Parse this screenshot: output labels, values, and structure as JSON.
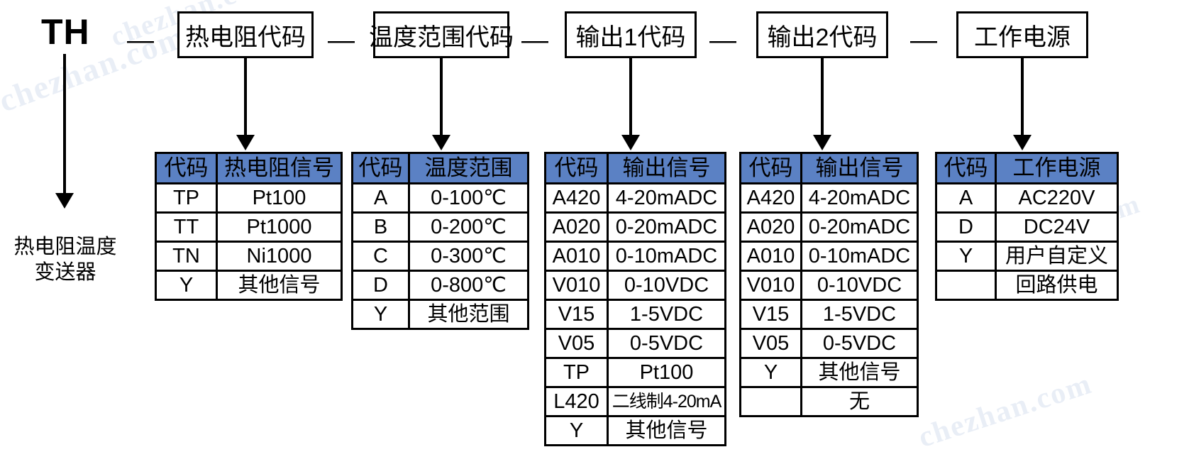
{
  "diagram": {
    "model_prefix": "TH",
    "separator": "—",
    "product_caption_line1": "热电阻温度",
    "product_caption_line2": "变送器",
    "header_blue": "#5b81c4",
    "segments": [
      {
        "box_label": "热电阻代码"
      },
      {
        "box_label": "温度范围代码"
      },
      {
        "box_label": "输出1代码"
      },
      {
        "box_label": "输出2代码"
      },
      {
        "box_label": "工作电源"
      }
    ],
    "tables": [
      {
        "name": "rtd-signal-table",
        "headers": [
          "代码",
          "热电阻信号"
        ],
        "rows": [
          [
            "TP",
            "Pt100"
          ],
          [
            "TT",
            "Pt1000"
          ],
          [
            "TN",
            "Ni1000"
          ],
          [
            "Y",
            "其他信号"
          ]
        ]
      },
      {
        "name": "temperature-range-table",
        "headers": [
          "代码",
          "温度范围"
        ],
        "rows": [
          [
            "A",
            "0-100℃"
          ],
          [
            "B",
            "0-200℃"
          ],
          [
            "C",
            "0-300℃"
          ],
          [
            "D",
            "0-800℃"
          ],
          [
            "Y",
            "其他范围"
          ]
        ]
      },
      {
        "name": "output1-signal-table",
        "headers": [
          "代码",
          "输出信号"
        ],
        "rows": [
          [
            "A420",
            "4-20mADC"
          ],
          [
            "A020",
            "0-20mADC"
          ],
          [
            "A010",
            "0-10mADC"
          ],
          [
            "V010",
            "0-10VDC"
          ],
          [
            "V15",
            "1-5VDC"
          ],
          [
            "V05",
            "0-5VDC"
          ],
          [
            "TP",
            "Pt100"
          ],
          [
            "L420",
            "二线制4-20mA"
          ],
          [
            "Y",
            "其他信号"
          ]
        ]
      },
      {
        "name": "output2-signal-table",
        "headers": [
          "代码",
          "输出信号"
        ],
        "rows": [
          [
            "A420",
            "4-20mADC"
          ],
          [
            "A020",
            "0-20mADC"
          ],
          [
            "A010",
            "0-10mADC"
          ],
          [
            "V010",
            "0-10VDC"
          ],
          [
            "V15",
            "1-5VDC"
          ],
          [
            "V05",
            "0-5VDC"
          ],
          [
            "Y",
            "其他信号"
          ],
          [
            "",
            "无"
          ]
        ]
      },
      {
        "name": "power-supply-table",
        "headers": [
          "代码",
          "工作电源"
        ],
        "rows": [
          [
            "A",
            "AC220V"
          ],
          [
            "D",
            "DC24V"
          ],
          [
            "Y",
            "用户自定义"
          ],
          [
            "",
            "回路供电"
          ]
        ]
      }
    ],
    "watermarks": [
      "chezhan.com",
      "chezhan.com",
      "chezhan.com",
      "chezhan.com"
    ]
  }
}
